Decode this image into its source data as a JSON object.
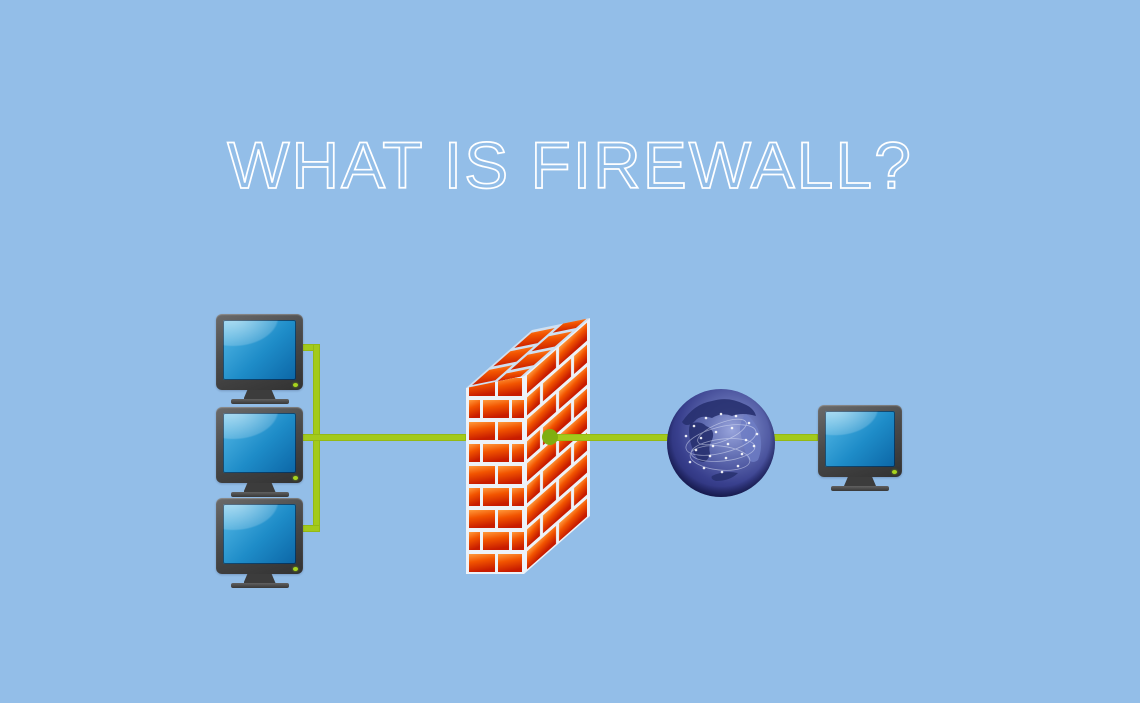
{
  "title": "WHAT IS FIREWALL?",
  "colors": {
    "background": "#93bee8",
    "title_text": "#ffffff",
    "connection_line": "#a3ca1b",
    "connection_node": "#7fae10",
    "mortar": "#edf2f8",
    "mortar_top": "#cfe0f2",
    "brick_light": "#ff9a3c",
    "brick_mid": "#f25400",
    "brick_dark": "#c81c00",
    "monitor_frame": "#4a4a4a",
    "monitor_screen": "#1e8cc8",
    "globe_ocean": "#39408e"
  },
  "diagram": {
    "icons": [
      {
        "name": "lan-computer-1-icon",
        "type": "computer-monitor"
      },
      {
        "name": "lan-computer-2-icon",
        "type": "computer-monitor"
      },
      {
        "name": "lan-computer-3-icon",
        "type": "computer-monitor"
      },
      {
        "name": "firewall-brick-wall-icon",
        "type": "brick-wall"
      },
      {
        "name": "internet-globe-icon",
        "type": "network-globe"
      },
      {
        "name": "external-computer-icon",
        "type": "computer-monitor"
      }
    ],
    "connections": [
      {
        "name": "lan-bus-wire"
      },
      {
        "name": "lan-to-firewall-wire"
      },
      {
        "name": "firewall-to-internet-wire"
      },
      {
        "name": "firewall-port-dot"
      }
    ]
  }
}
